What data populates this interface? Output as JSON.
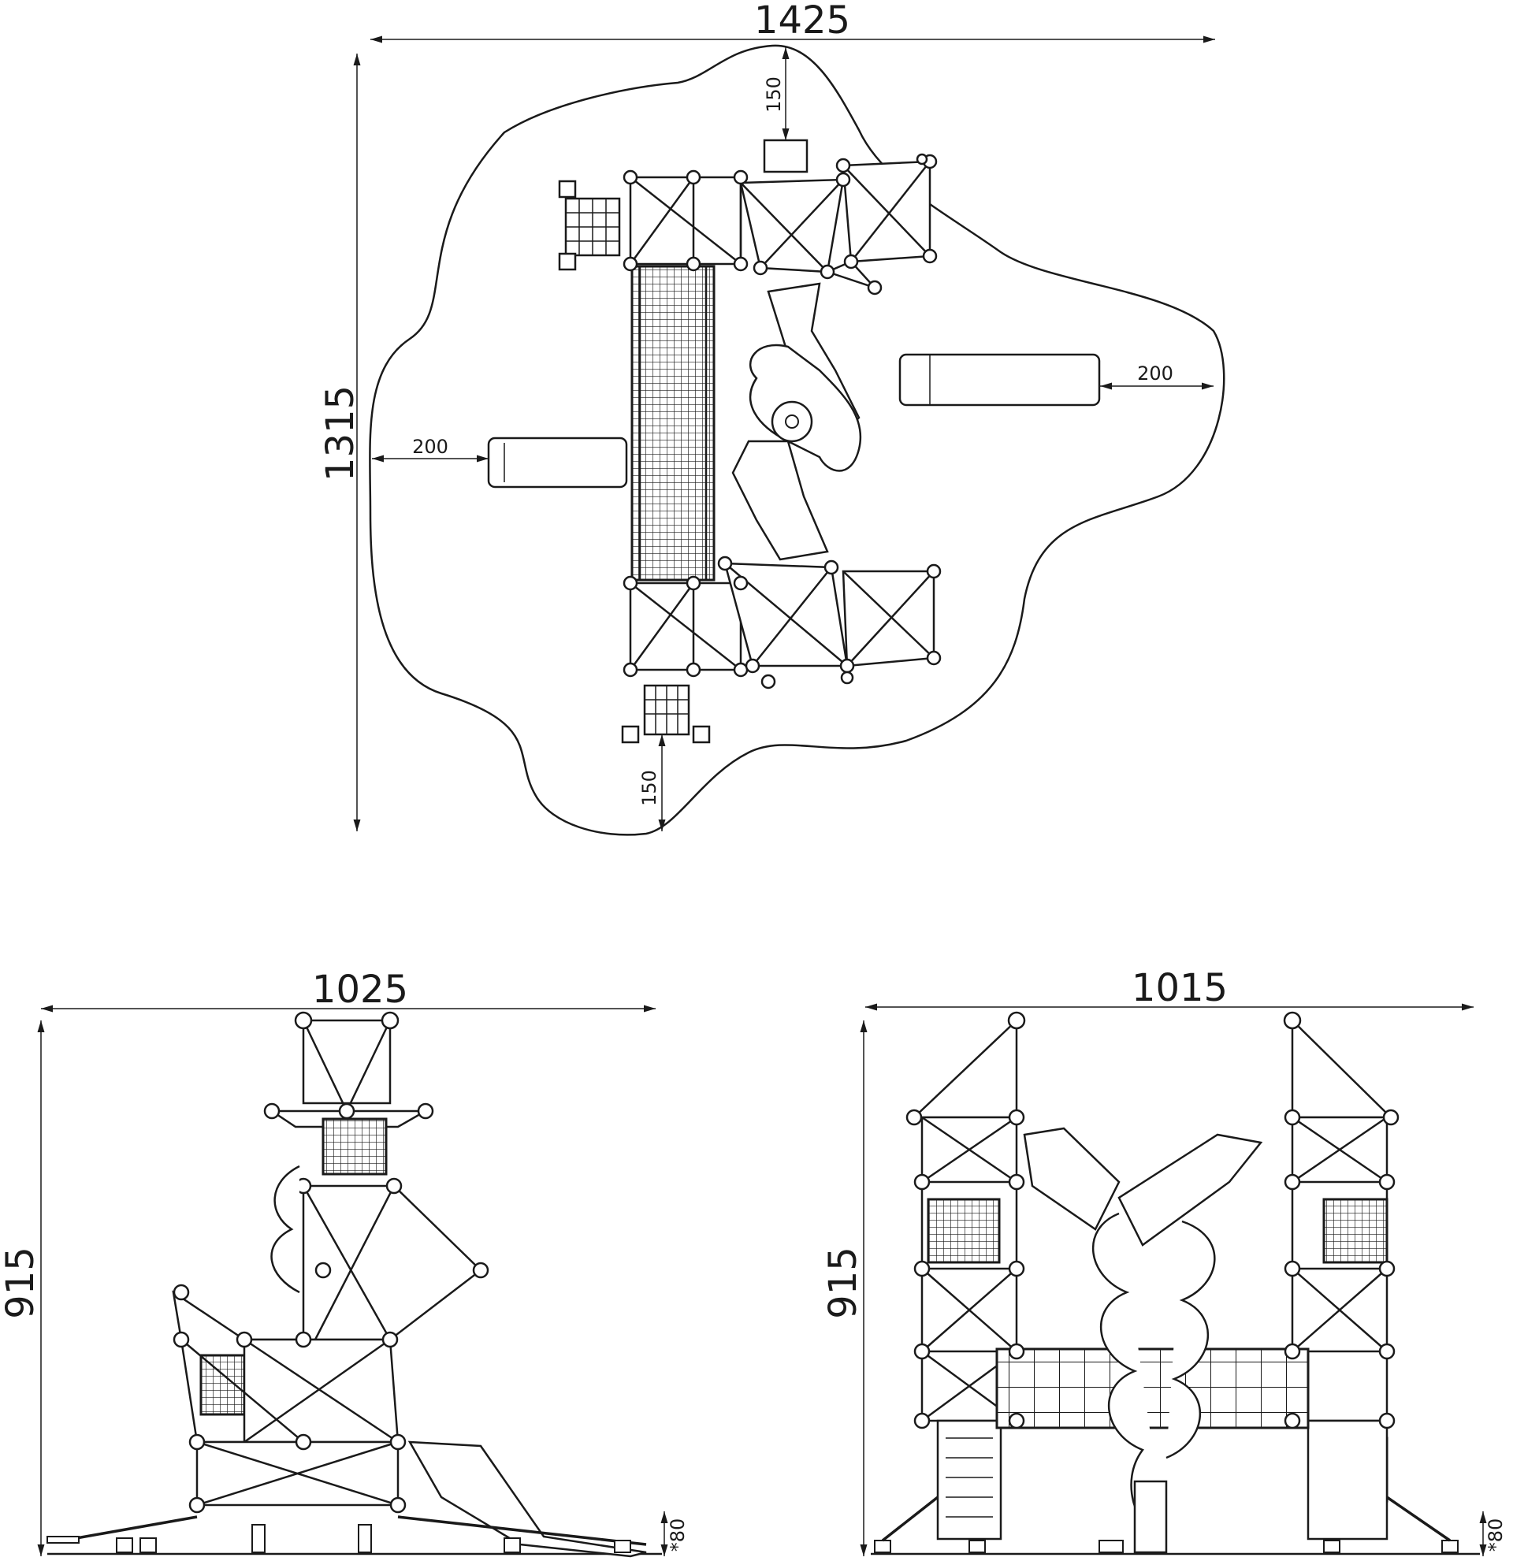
{
  "plan_view": {
    "width_label": "1425",
    "height_label": "1315",
    "top_offset_label": "150",
    "bottom_offset_label": "150",
    "left_slide_offset_label": "200",
    "right_slide_offset_label": "200"
  },
  "front_view": {
    "width_label": "1025",
    "height_label": "915",
    "foundation_label": "*80"
  },
  "side_view": {
    "width_label": "1015",
    "height_label": "915",
    "foundation_label": "*80"
  }
}
